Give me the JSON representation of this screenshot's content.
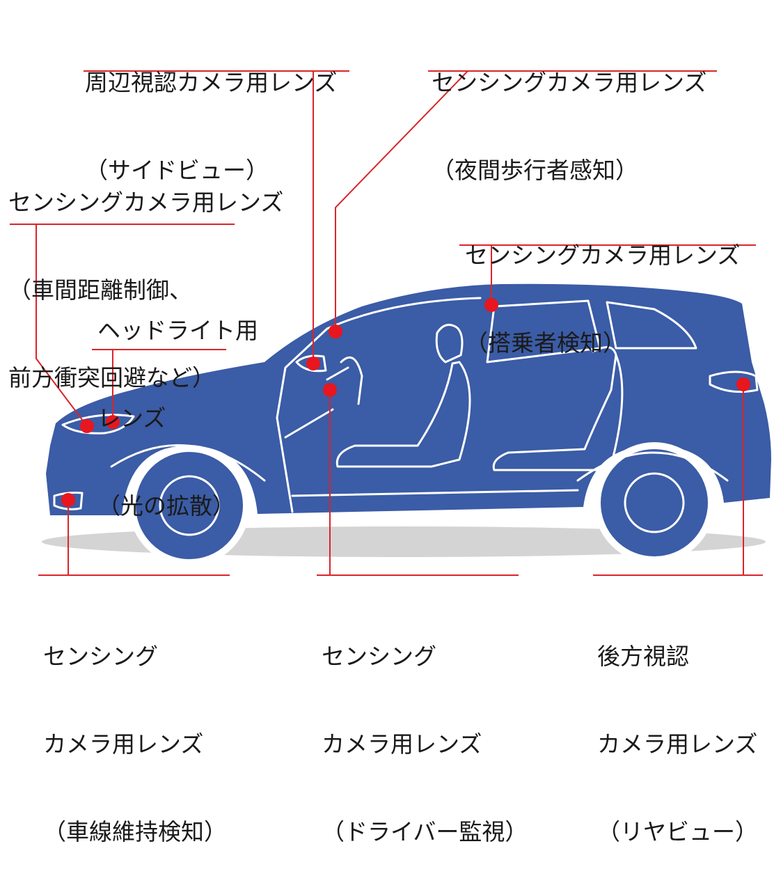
{
  "diagram": {
    "colors": {
      "car_body": "#3b5ca6",
      "outline": "#ffffff",
      "callout_line": "#d9252a",
      "marker": "#e8161e",
      "shadow": "#c9c9c9",
      "text": "#1a1a1a"
    },
    "callouts": [
      {
        "id": "side-view",
        "lines": [
          "周辺視認カメラ用レンズ",
          "（サイドビュー）"
        ]
      },
      {
        "id": "night-pedestrian",
        "lines": [
          "センシングカメラ用レンズ",
          "（夜間歩行者感知）"
        ]
      },
      {
        "id": "distance-collision",
        "lines": [
          "センシングカメラ用レンズ",
          "（車間距離制御、",
          "前方衝突回避など）"
        ]
      },
      {
        "id": "occupant",
        "lines": [
          "センシングカメラ用レンズ",
          "（搭乗者検知）"
        ]
      },
      {
        "id": "headlight",
        "lines": [
          "ヘッドライト用",
          "レンズ",
          "（光の拡散）"
        ]
      },
      {
        "id": "lane",
        "lines": [
          "センシング",
          "カメラ用レンズ",
          "（車線維持検知）"
        ]
      },
      {
        "id": "driver-monitor",
        "lines": [
          "センシング",
          "カメラ用レンズ",
          "（ドライバー監視）"
        ]
      },
      {
        "id": "rear-view",
        "lines": [
          "後方視認",
          "カメラ用レンズ",
          "（リヤビュー）"
        ]
      }
    ]
  }
}
